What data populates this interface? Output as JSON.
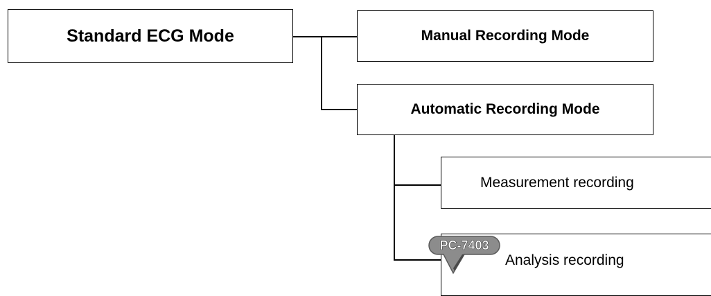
{
  "nodes": {
    "standard": "Standard ECG Mode",
    "manual": "Manual Recording Mode",
    "automatic": "Automatic Recording Mode",
    "measurement": "Measurement recording",
    "analysis": "Analysis recording"
  },
  "badge": {
    "label": "PC-7403",
    "fill": "#8c8c8c",
    "text_color": "#ffffff"
  }
}
